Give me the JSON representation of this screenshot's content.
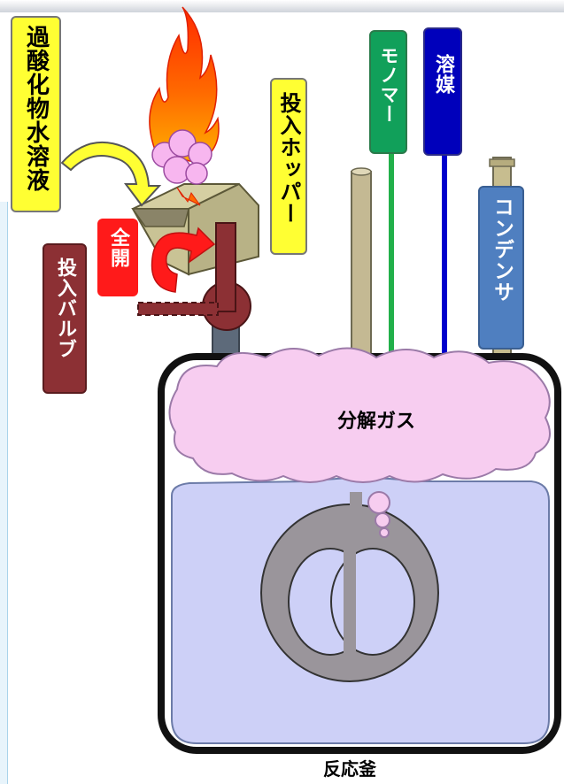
{
  "labels": {
    "peroxide_solution": "過酸化物水溶液",
    "charge_hopper": "投入ホッパー",
    "monomer": "モノマー",
    "solvent": "溶媒",
    "condenser": "コンデンサ",
    "charge_valve": "投入バルブ",
    "fully_open": "全開",
    "decomposition_gas": "分解ガス",
    "reactor": "反応釜"
  },
  "colors": {
    "label_yellow": "#ffff33",
    "monomer_green": "#11a05a",
    "solvent_blue": "#0000bb",
    "condenser_blue": "#4f7fc0",
    "valve_maroon": "#8c3034",
    "open_red": "#ff1a1a",
    "gas_pink": "#f7cdf0",
    "liquid_lavender": "#cdd0f7",
    "agitator_gray": "#9a959b",
    "hopper_khaki": "#d5cfa2"
  },
  "icons": [
    "flame-icon",
    "curved-arrow-icon",
    "rotation-arrow-icon",
    "gas-bubble-icon"
  ]
}
